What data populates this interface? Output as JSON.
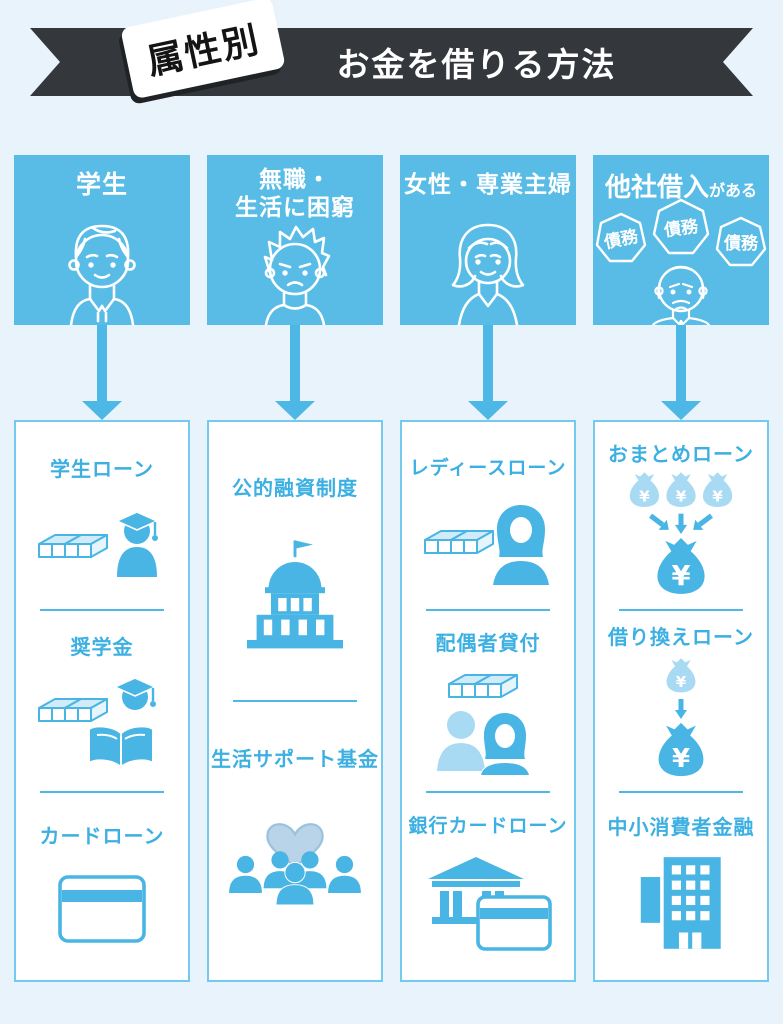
{
  "banner": {
    "badge": "属性別",
    "title": "お金を借りる方法"
  },
  "glyphs": {
    "yen": "¥"
  },
  "columns": [
    {
      "header": "学生",
      "items": [
        {
          "label": "学生ローン"
        },
        {
          "label": "奨学金"
        },
        {
          "label": "カードローン"
        }
      ]
    },
    {
      "header_line1": "無職・",
      "header_line2": "生活に困窮",
      "items": [
        {
          "label": "公的融資制度"
        },
        {
          "label": "生活サポート基金"
        }
      ]
    },
    {
      "header": "女性・専業主婦",
      "items": [
        {
          "label": "レディースローン"
        },
        {
          "label": "配偶者貸付"
        },
        {
          "label": "銀行カードローン"
        }
      ]
    },
    {
      "header": "他社借入",
      "header_suffix": "がある",
      "bubbles": [
        "債務",
        "債務",
        "債務"
      ],
      "items": [
        {
          "label": "おまとめローン"
        },
        {
          "label": "借り換えローン"
        },
        {
          "label": "中小消費者金融"
        }
      ]
    }
  ],
  "colors": {
    "background": "#e9f3fb",
    "ribbon": "#34383d",
    "header_blue": "#58bce7",
    "accent": "#49b5e4",
    "light_icon": "#a9daf3",
    "text_blue": "#3cb0e2",
    "card_border": "#74c9ee"
  }
}
